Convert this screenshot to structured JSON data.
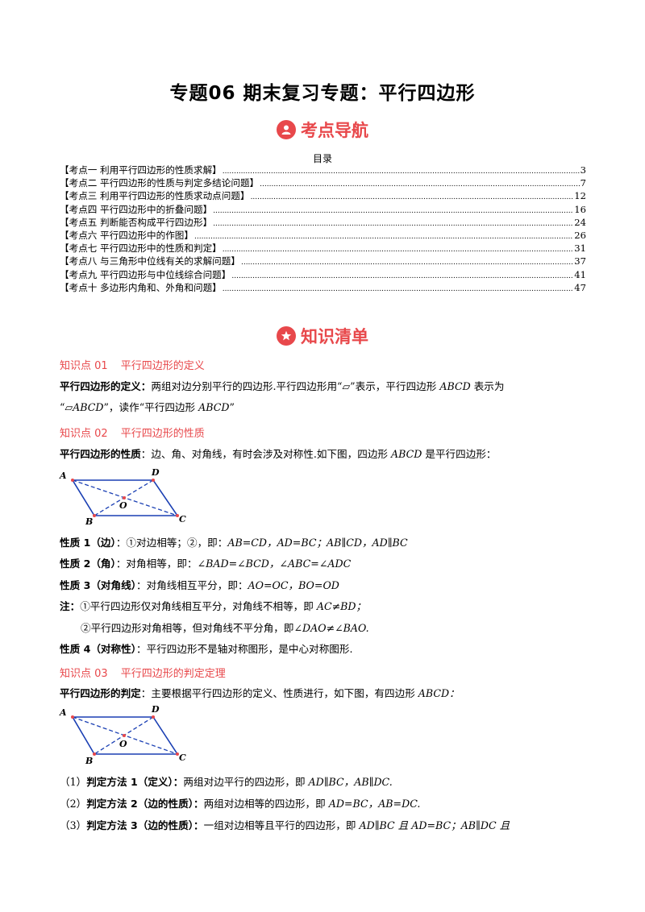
{
  "title": "专题06  期末复习专题：平行四边形",
  "nav_heading": "考点导航",
  "toc_title": "目录",
  "toc": [
    {
      "label": "【考点一  利用平行四边形的性质求解】",
      "page": "3"
    },
    {
      "label": "【考点二  平行四边形的性质与判定多结论问题】",
      "page": "7"
    },
    {
      "label": "【考点三  利用平行四边形的性质求动点问题】",
      "page": "12"
    },
    {
      "label": "【考点四  平行四边形中的折叠问题】",
      "page": "16"
    },
    {
      "label": "【考点五  判断能否构成平行四边形】",
      "page": "24"
    },
    {
      "label": "【考点六  平行四边形中的作图】",
      "page": "26"
    },
    {
      "label": "【考点七  平行四边形中的性质和判定】",
      "page": "31"
    },
    {
      "label": "【考点八  与三角形中位线有关的求解问题】",
      "page": "37"
    },
    {
      "label": "【考点九  平行四边形与中位线综合问题】",
      "page": "41"
    },
    {
      "label": "【考点十  多边形内角和、外角和问题】",
      "page": "47"
    }
  ],
  "knowledge_heading": "知识清单",
  "kp1": {
    "num": "知识点 01",
    "title": "平行四边形的定义"
  },
  "def": {
    "label": "平行四边形的定义：",
    "text1": "两组对边分别平行的四边形.平行四边形用“",
    "sym": "▱",
    "text2": "”表示，平行四边形 ",
    "abcd": "ABCD",
    "text3": " 表示为",
    "line2a": "“",
    "line2b": "▱ABCD",
    "line2c": "”，读作“平行四边形 ",
    "line2d": "ABCD",
    "line2e": "”"
  },
  "kp2": {
    "num": "知识点 02",
    "title": "平行四边形的性质"
  },
  "prop_intro": {
    "label": "平行四边形的性质",
    "text1": "：边、角、对角线，有时会涉及对称性.如下图，四边形 ",
    "abcd": "ABCD",
    "text2": " 是平行四边形："
  },
  "fig_labels": {
    "a": "A",
    "b": "B",
    "c": "C",
    "d": "D",
    "o": "O"
  },
  "props": {
    "p1_label": "性质 1（边）",
    "p1_text": "：①对边相等；②，即：",
    "p1_math": "AB=CD，AD=BC；AB∥CD，AD∥BC",
    "p2_label": "性质 2（角）",
    "p2_text": "：对角相等，即：",
    "p2_math": "∠BAD=∠BCD，∠ABC=∠ADC",
    "p3_label": "性质 3（对角线）",
    "p3_text": "：对角线相互平分，即：",
    "p3_math": "AO=OC，BO=OD",
    "note_label": "注：",
    "note1_text": "①平行四边形仅对角线相互平分，对角线不相等，即 ",
    "note1_math": "AC≠BD；",
    "note2_text": "②平行四边形对角相等，但对角线不平分角，即",
    "note2_math": "∠DAO≠∠BAO.",
    "p4_label": "性质 4（对称性）",
    "p4_text": "：平行四边形不是轴对称图形，是中心对称图形."
  },
  "kp3": {
    "num": "知识点 03",
    "title": "平行四边形的判定定理"
  },
  "judge_intro": {
    "label": "平行四边形的判定",
    "text1": "：主要根据平行四边形的定义、性质进行，如下图，有四边形 ",
    "abcd": "ABCD：",
    "m1_prefix": "（1）",
    "m1_label": "判定方法 1（定义）：",
    "m1_text": "两组对边平行的四边形，即 ",
    "m1_math": "AD∥BC，AB∥DC.",
    "m2_prefix": "（2）",
    "m2_label": "判定方法 2（边的性质）：",
    "m2_text": "两组对边相等的四边形，即 ",
    "m2_math": "AD=BC，AB=DC.",
    "m3_prefix": "（3）",
    "m3_label": "判定方法 3（边的性质）：",
    "m3_text": "一组对边相等且平行的四边形，即 ",
    "m3_math": "AD∥BC 且 AD=BC；AB∥DC 且"
  },
  "colors": {
    "accent": "#e8484b",
    "figure_line": "#1a3fb3",
    "dot": "#e8484b"
  }
}
